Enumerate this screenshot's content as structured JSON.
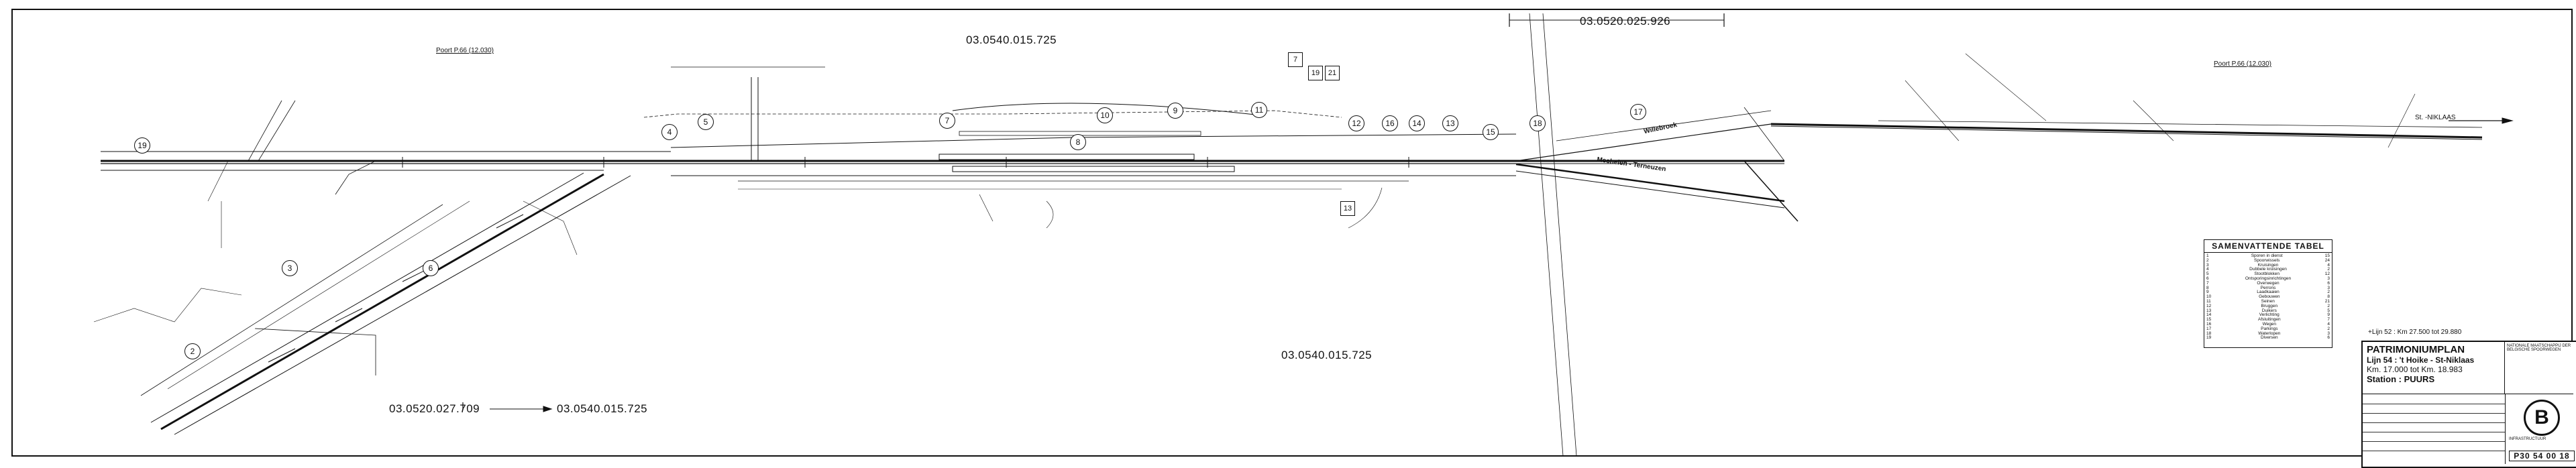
{
  "drawing": {
    "codes": {
      "top_center": "03.0540.015.725",
      "top_right": "03.0520.025.926",
      "bottom_center": "03.0540.015.725",
      "bottom_left_a": "03.0520.027.709",
      "bottom_left_b": "03.0540.015.725"
    },
    "labels": {
      "poort_left": "Poort P.66 (12.030)",
      "poort_right": "Poort P.66 (12.030)",
      "kmr_note": "+Lijn 52 : Km 27.500 tot 29.880",
      "arrow_right": "St. -NIKLAAS",
      "mechelen": "Mechelen - Terneuzen",
      "willebroek": "Willebroek"
    },
    "bubbles": [
      "2",
      "3",
      "4",
      "5",
      "6",
      "7",
      "8",
      "9",
      "10",
      "11",
      "12",
      "13",
      "14",
      "15",
      "16",
      "17",
      "18",
      "19"
    ],
    "square_numbers": [
      "7",
      "19",
      "21",
      "13"
    ]
  },
  "summary_table": {
    "title": "SAMENVATTENDE TABEL",
    "rows": [
      {
        "n": "1",
        "label": "Sporen in dienst",
        "v": "15"
      },
      {
        "n": "2",
        "label": "Spoorwissels",
        "v": "24"
      },
      {
        "n": "3",
        "label": "Kruisingen",
        "v": "4"
      },
      {
        "n": "4",
        "label": "Dubbele kruisingen",
        "v": "2"
      },
      {
        "n": "5",
        "label": "Stootblokken",
        "v": "12"
      },
      {
        "n": "6",
        "label": "Ontsporingsinrichtingen",
        "v": "3"
      },
      {
        "n": "7",
        "label": "Overwegen",
        "v": "6"
      },
      {
        "n": "8",
        "label": "Perrons",
        "v": "3"
      },
      {
        "n": "9",
        "label": "Laadkaaien",
        "v": "2"
      },
      {
        "n": "10",
        "label": "Gebouwen",
        "v": "8"
      },
      {
        "n": "11",
        "label": "Seinen",
        "v": "21"
      },
      {
        "n": "12",
        "label": "Bruggen",
        "v": "2"
      },
      {
        "n": "13",
        "label": "Duikers",
        "v": "5"
      },
      {
        "n": "14",
        "label": "Verlichting",
        "v": "9"
      },
      {
        "n": "15",
        "label": "Afsluitingen",
        "v": "7"
      },
      {
        "n": "16",
        "label": "Wegen",
        "v": "4"
      },
      {
        "n": "17",
        "label": "Parkings",
        "v": "2"
      },
      {
        "n": "18",
        "label": "Waterlopen",
        "v": "3"
      },
      {
        "n": "19",
        "label": "Diversen",
        "v": "6"
      }
    ]
  },
  "title_block": {
    "title": "PATRIMONIUMPLAN",
    "line": "Lijn 54 : 't Hoike - St-Niklaas",
    "km": "Km. 17.000  tot  Km. 18.983",
    "station": "Station : PUURS",
    "side_text": "NATIONALE MAATSCHAPPIJ DER BELGISCHE SPOORWEGEN",
    "logo": "B",
    "org": "INFRASTRUCTUUR",
    "number": "P30 54 00 18"
  },
  "colors": {
    "ink": "#111111",
    "paper": "#ffffff",
    "faint": "#555555"
  }
}
